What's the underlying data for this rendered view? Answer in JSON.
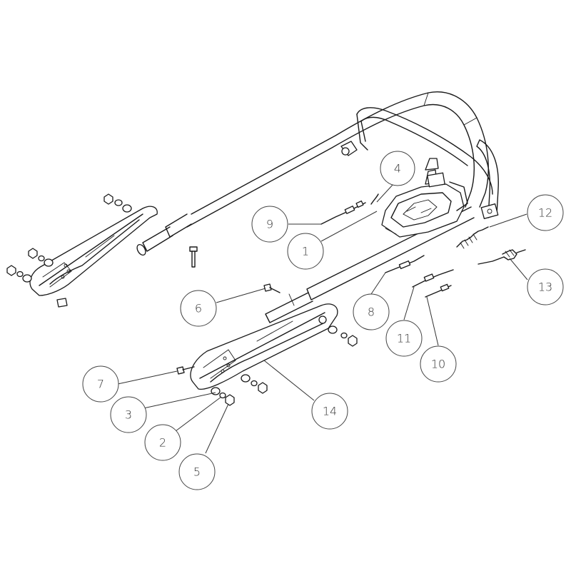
{
  "callouts": [
    {
      "id": "1",
      "label": "1"
    },
    {
      "id": "2",
      "label": "2"
    },
    {
      "id": "3",
      "label": "3"
    },
    {
      "id": "4",
      "label": "4"
    },
    {
      "id": "5",
      "label": "5"
    },
    {
      "id": "6",
      "label": "6"
    },
    {
      "id": "7",
      "label": "7"
    },
    {
      "id": "8",
      "label": "8"
    },
    {
      "id": "9",
      "label": "9"
    },
    {
      "id": "10",
      "label": "10"
    },
    {
      "id": "11",
      "label": "11"
    },
    {
      "id": "12",
      "label": "12"
    },
    {
      "id": "13",
      "label": "13"
    },
    {
      "id": "14",
      "label": "14"
    }
  ],
  "colors": {
    "line": "#1a1a1a",
    "callout": "#444444",
    "background": "#ffffff"
  }
}
